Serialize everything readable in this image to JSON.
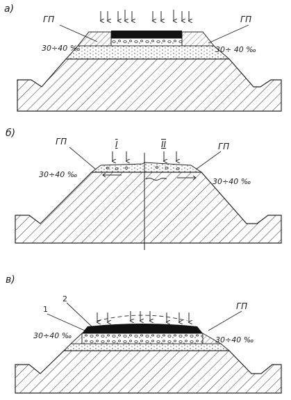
{
  "panels": [
    {
      "id": "a",
      "letter": "а)",
      "gp_left": "ГП",
      "gp_right": "ГП",
      "slope_left": "30÷40 ‰",
      "slope_right": "30÷ 40 ‰"
    },
    {
      "id": "b",
      "letter": "б)",
      "gp_left": "ГП",
      "gp_right": "ГП",
      "slope_left": "30÷40 ‰",
      "slope_right": "30÷40 ‰",
      "marker_left": "I",
      "marker_right": "II"
    },
    {
      "id": "v",
      "letter": "в)",
      "gp_right": "ГП",
      "slope_left": "30÷40 ‰",
      "slope_right": "30÷40 ‰",
      "num_1": "1",
      "num_2": "2"
    }
  ]
}
